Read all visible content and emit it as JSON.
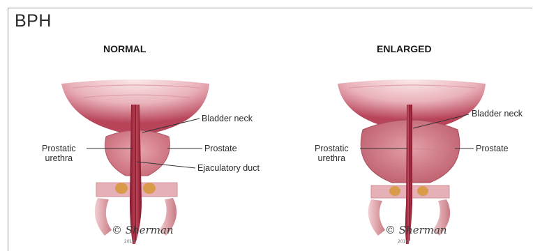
{
  "title": "BPH",
  "panels": {
    "normal": {
      "heading": "NORMAL",
      "labels": {
        "bladder_neck": "Bladder neck",
        "prostate": "Prostate",
        "prostatic_urethra_line1": "Prostatic",
        "prostatic_urethra_line2": "urethra",
        "ejaculatory_duct": "Ejaculatory duct"
      }
    },
    "enlarged": {
      "heading": "ENLARGED",
      "labels": {
        "bladder_neck": "Bladder neck",
        "prostate": "Prostate",
        "prostatic_urethra_line1": "Prostatic",
        "prostatic_urethra_line2": "urethra"
      }
    }
  },
  "colors": {
    "bladder_light": "#f6dadd",
    "bladder_dark": "#b8445a",
    "prostate": "#d9848f",
    "urethra": "#8f1f32",
    "muscle": "#e2a9ae",
    "gland": "#d99a4a",
    "leader_line": "#333333"
  }
}
